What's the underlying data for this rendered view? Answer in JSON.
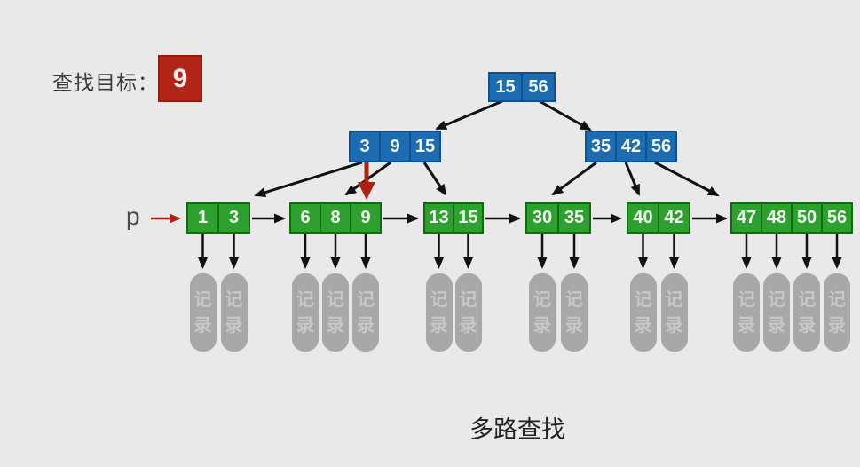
{
  "search": {
    "label": "查找目标：",
    "target": "9"
  },
  "pointer": {
    "label": "p"
  },
  "caption": "多路查找",
  "record_label": "记录",
  "tree": {
    "root": {
      "keys": [
        "15",
        "56"
      ]
    },
    "internal": [
      {
        "keys": [
          "3",
          "9",
          "15"
        ]
      },
      {
        "keys": [
          "35",
          "42",
          "56"
        ]
      }
    ],
    "leaves": [
      {
        "keys": [
          "1",
          "3"
        ]
      },
      {
        "keys": [
          "6",
          "8",
          "9"
        ]
      },
      {
        "keys": [
          "13",
          "15"
        ]
      },
      {
        "keys": [
          "30",
          "35"
        ]
      },
      {
        "keys": [
          "40",
          "42"
        ]
      },
      {
        "keys": [
          "47",
          "48",
          "50",
          "56"
        ]
      }
    ]
  },
  "colors": {
    "background": "#e9e9e9",
    "internal_fill": "#1d6cb1",
    "internal_border": "#0f518c",
    "leaf_fill": "#2ea02f",
    "leaf_border": "#116b10",
    "target_fill": "#b02518",
    "target_border": "#8f1d10",
    "arrow_black": "#111111",
    "arrow_red": "#b01f14",
    "record_fill": "#a8a8a8",
    "record_text": "#c8c8c8",
    "label_text": "#3a3a3a"
  }
}
